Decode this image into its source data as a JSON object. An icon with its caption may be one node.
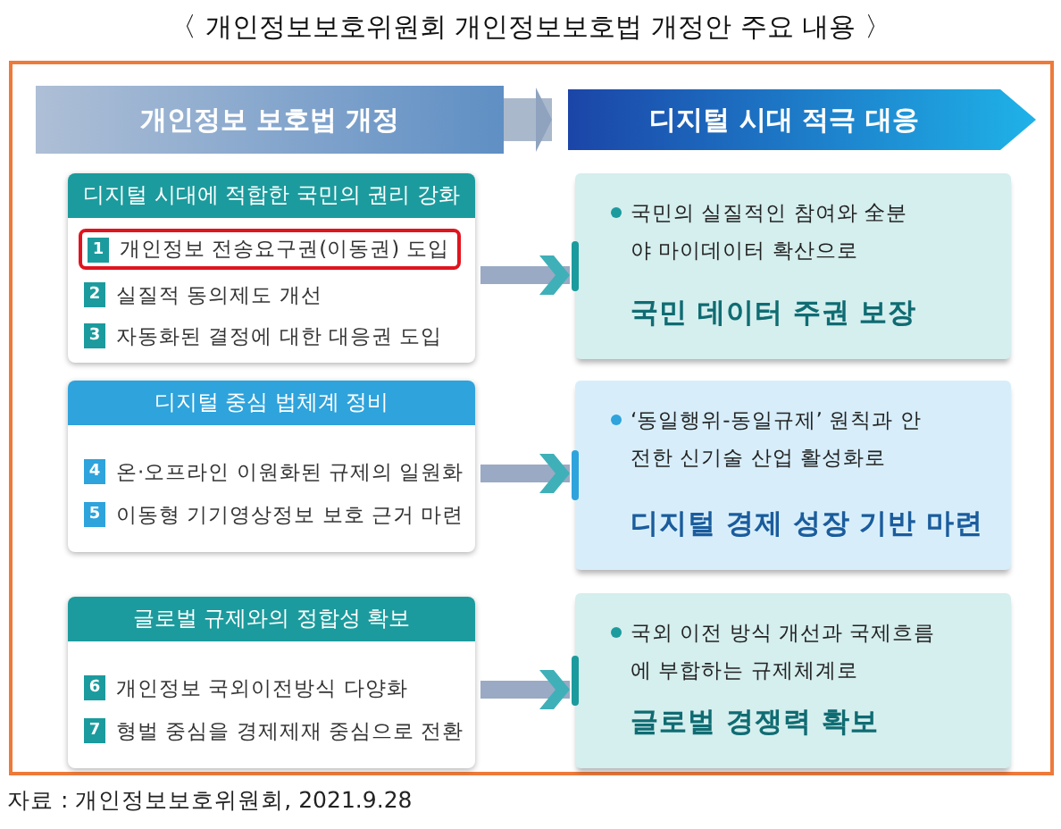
{
  "diagram": {
    "title": "〈 개인정보보호위원회 개인정보보호법 개정안 주요 내용 〉",
    "nodes": [
      {
        "text": [
          "개인정보 보호법 개정"
        ]
      },
      {
        "text": [
          "디지털 시대 적극 대응"
        ]
      },
      {
        "text": [
          "디지털 시대에 적합한 국민의 권리 강화"
        ]
      },
      {
        "text": [
          "1",
          "개인정보 전송요구권(이동권) 도입"
        ],
        "in": 2
      },
      {
        "text": [
          "2",
          "실질적 동의제도 개선"
        ],
        "in": 2
      },
      {
        "text": [
          "3",
          "자동화된 결정에 대한 대응권 도입"
        ],
        "in": 2
      },
      {
        "text": [
          "디지털 중심 법체계 정비"
        ]
      },
      {
        "text": [
          "4",
          "온·오프라인 이원화된 규제의 일원화"
        ],
        "in": 6
      },
      {
        "text": [
          "5",
          "이동형 기기영상정보 보호 근거 마련"
        ],
        "in": 6
      },
      {
        "text": [
          "글로벌 규제와의 정합성 확보"
        ]
      },
      {
        "text": [
          "6",
          "개인정보 국외이전방식 다양화"
        ],
        "in": 9
      },
      {
        "text": [
          "7",
          "형벌 중심을 경제제재 중심으로 전환"
        ],
        "in": 9
      },
      {
        "text": [
          "국민의 실질적인 참여와 全분야 마이데이터 확산으로",
          "국민 데이터 주권 보장"
        ]
      },
      {
        "text": [
          "‘동일행위-동일규제’ 원칙과 안전한 신기술 산업 활성화로",
          "디지털 경제 성장 기반 마련"
        ]
      },
      {
        "text": [
          "국외 이전 방식 개선과 국제흐름에 부합하는 규제체계로",
          "글로벌 경쟁력 확보"
        ]
      }
    ],
    "edges": [
      {
        "from": 0,
        "to": 1,
        "arrow": "to",
        "style": "thick"
      },
      {
        "from": 2,
        "to": 12,
        "arrow": "to"
      },
      {
        "from": 6,
        "to": 13,
        "arrow": "to"
      },
      {
        "from": 9,
        "to": 14,
        "arrow": "to"
      }
    ],
    "labels": [
      "자료 : 개인정보보호위원회, 2021.9.28"
    ]
  }
}
